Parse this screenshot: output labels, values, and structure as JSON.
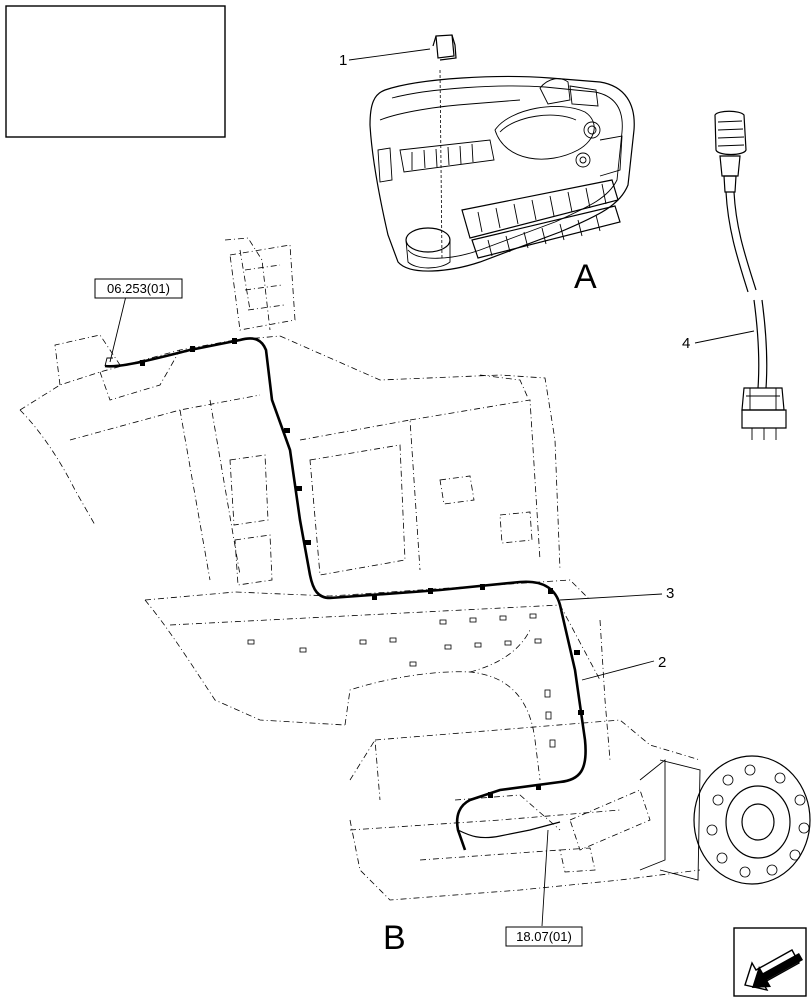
{
  "callouts": {
    "c1": "1",
    "c2": "2",
    "c3": "3",
    "c4": "4"
  },
  "views": {
    "a": "A",
    "b": "B"
  },
  "references": {
    "top_left": "06.253(01)",
    "bottom": "18.07(01)"
  },
  "icons": {
    "title_box": "blank-title-box",
    "nav": "arrow-back-icon"
  }
}
